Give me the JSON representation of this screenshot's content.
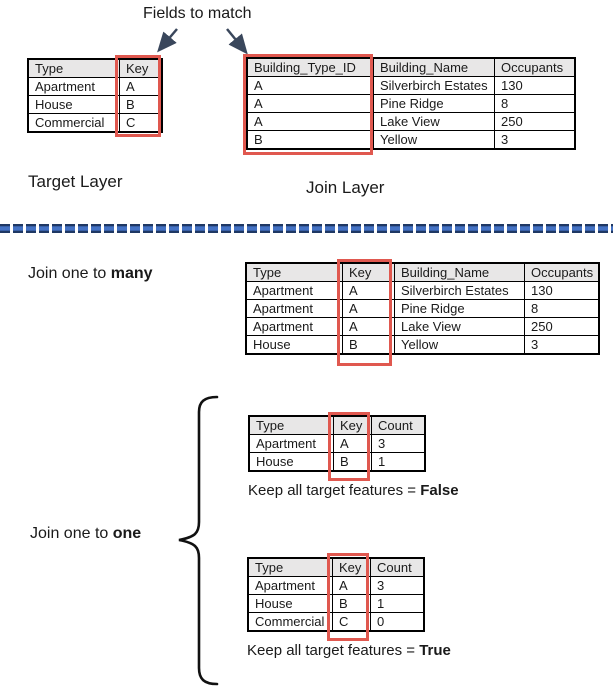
{
  "title": "Fields to match",
  "layers": {
    "target_label": "Target Layer",
    "join_label": "Join Layer"
  },
  "tables": {
    "target": {
      "headers": [
        "Type",
        "Key"
      ],
      "rows": [
        [
          "Apartment",
          "A"
        ],
        [
          "House",
          "B"
        ],
        [
          "Commercial",
          "C"
        ]
      ]
    },
    "join": {
      "headers": [
        "Building_Type_ID",
        "Building_Name",
        "Occupants"
      ],
      "rows": [
        [
          "A",
          "Silverbirch Estates",
          "130"
        ],
        [
          "A",
          "Pine Ridge",
          "8"
        ],
        [
          "A",
          "Lake View",
          "250"
        ],
        [
          "B",
          "Yellow",
          "3"
        ]
      ]
    },
    "one_to_many": {
      "headers": [
        "Type",
        "Key",
        "Building_Name",
        "Occupants"
      ],
      "rows": [
        [
          "Apartment",
          "A",
          "Silverbirch Estates",
          "130"
        ],
        [
          "Apartment",
          "A",
          "Pine Ridge",
          "8"
        ],
        [
          "Apartment",
          "A",
          "Lake View",
          "250"
        ],
        [
          "House",
          "B",
          "Yellow",
          "3"
        ]
      ]
    },
    "one_to_one_false": {
      "headers": [
        "Type",
        "Key",
        "Count"
      ],
      "rows": [
        [
          "Apartment",
          "A",
          "3"
        ],
        [
          "House",
          "B",
          "1"
        ]
      ]
    },
    "one_to_one_true": {
      "headers": [
        "Type",
        "Key",
        "Count"
      ],
      "rows": [
        [
          "Apartment",
          "A",
          "3"
        ],
        [
          "House",
          "B",
          "1"
        ],
        [
          "Commercial",
          "C",
          "0"
        ]
      ]
    }
  },
  "sections": {
    "one_to_many": {
      "label_prefix": "Join one to ",
      "label_bold": "many"
    },
    "one_to_one": {
      "label_prefix": "Join one to ",
      "label_bold": "one"
    },
    "caption_false": {
      "prefix": "Keep all target features = ",
      "bold": "False"
    },
    "caption_true": {
      "prefix": "Keep all target features = ",
      "bold": "True"
    }
  },
  "colors": {
    "red": "#E0584F",
    "header_bg": "#E8E7E7",
    "arrow": "#3A475C",
    "divider_fill": "#4472C4",
    "divider_edge": "#1F3864",
    "brace": "#111111"
  }
}
